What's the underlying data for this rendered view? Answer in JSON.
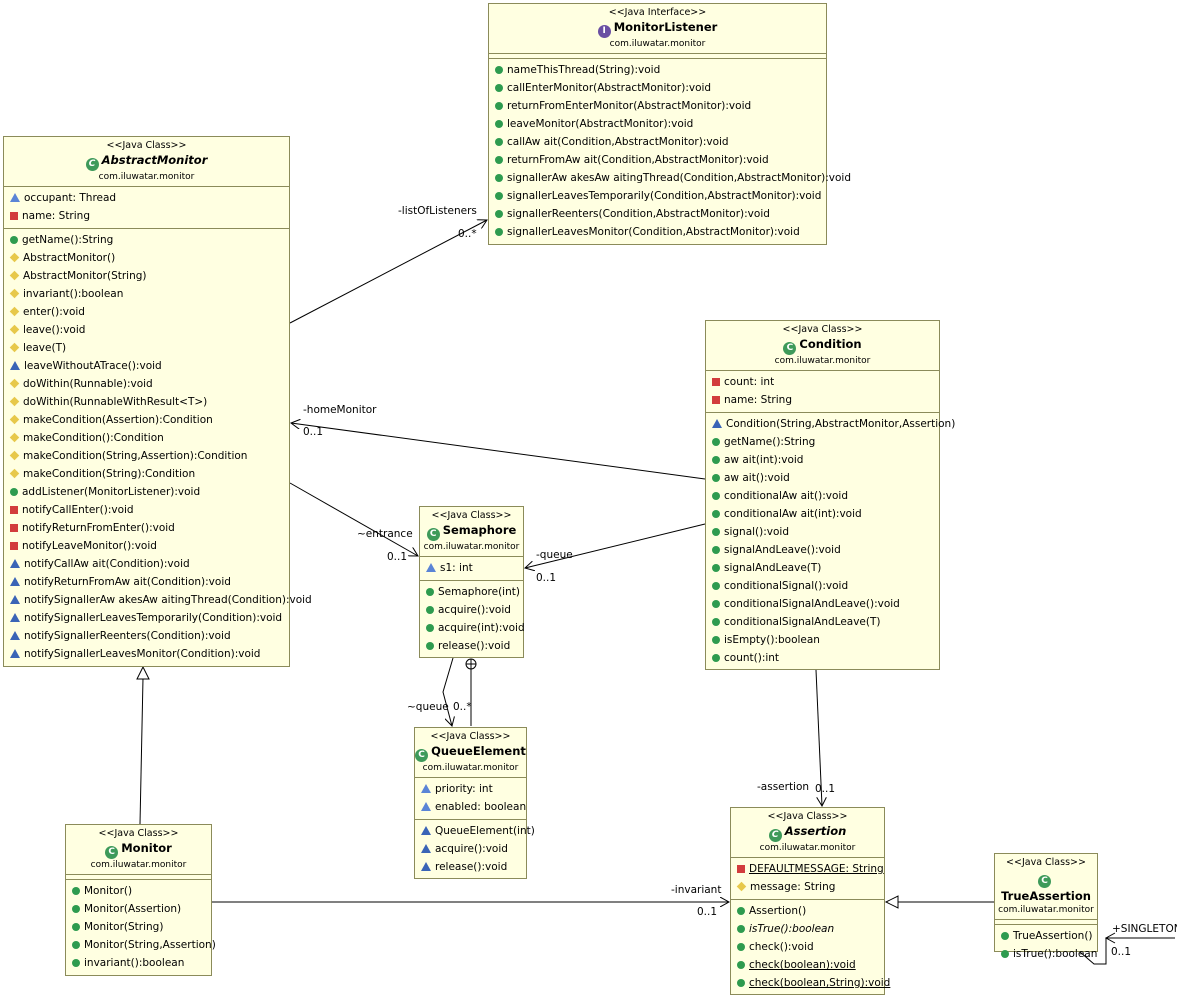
{
  "classes": {
    "monitor_listener": {
      "stereotype": "<<Java Interface>>",
      "name": "MonitorListener",
      "package": "com.iluwatar.monitor",
      "methods": [
        "nameThisThread(String):void",
        "callEnterMonitor(AbstractMonitor):void",
        "returnFromEnterMonitor(AbstractMonitor):void",
        "leaveMonitor(AbstractMonitor):void",
        "callAw ait(Condition,AbstractMonitor):void",
        "returnFromAw ait(Condition,AbstractMonitor):void",
        "signallerAw akesAw aitingThread(Condition,AbstractMonitor):void",
        "signallerLeavesTemporarily(Condition,AbstractMonitor):void",
        "signallerReenters(Condition,AbstractMonitor):void",
        "signallerLeavesMonitor(Condition,AbstractMonitor):void"
      ]
    },
    "abstract_monitor": {
      "stereotype": "<<Java Class>>",
      "name": "AbstractMonitor",
      "package": "com.iluwatar.monitor",
      "fields": [
        "occupant: Thread",
        "name: String"
      ],
      "methods": [
        "getName():String",
        "AbstractMonitor()",
        "AbstractMonitor(String)",
        "invariant():boolean",
        "enter():void",
        "leave():void",
        "leave(T)",
        "leaveWithoutATrace():void",
        "doWithin(Runnable):void",
        "doWithin(RunnableWithResult<T>)",
        "makeCondition(Assertion):Condition",
        "makeCondition():Condition",
        "makeCondition(String,Assertion):Condition",
        "makeCondition(String):Condition",
        "addListener(MonitorListener):void",
        "notifyCallEnter():void",
        "notifyReturnFromEnter():void",
        "notifyLeaveMonitor():void",
        "notifyCallAw ait(Condition):void",
        "notifyReturnFromAw ait(Condition):void",
        "notifySignallerAw akesAw aitingThread(Condition):void",
        "notifySignallerLeavesTemporarily(Condition):void",
        "notifySignallerReenters(Condition):void",
        "notifySignallerLeavesMonitor(Condition):void"
      ]
    },
    "condition": {
      "stereotype": "<<Java Class>>",
      "name": "Condition",
      "package": "com.iluwatar.monitor",
      "fields": [
        "count: int",
        "name: String"
      ],
      "methods": [
        "Condition(String,AbstractMonitor,Assertion)",
        "getName():String",
        "aw ait(int):void",
        "aw ait():void",
        "conditionalAw ait():void",
        "conditionalAw ait(int):void",
        "signal():void",
        "signalAndLeave():void",
        "signalAndLeave(T)",
        "conditionalSignal():void",
        "conditionalSignalAndLeave():void",
        "conditionalSignalAndLeave(T)",
        "isEmpty():boolean",
        "count():int"
      ]
    },
    "semaphore": {
      "stereotype": "<<Java Class>>",
      "name": "Semaphore",
      "package": "com.iluwatar.monitor",
      "fields": [
        "s1: int"
      ],
      "methods": [
        "Semaphore(int)",
        "acquire():void",
        "acquire(int):void",
        "release():void"
      ]
    },
    "queue_element": {
      "stereotype": "<<Java Class>>",
      "name": "QueueElement",
      "package": "com.iluwatar.monitor",
      "fields": [
        "priority: int",
        "enabled: boolean"
      ],
      "methods": [
        "QueueElement(int)",
        "acquire():void",
        "release():void"
      ]
    },
    "monitor": {
      "stereotype": "<<Java Class>>",
      "name": "Monitor",
      "package": "com.iluwatar.monitor",
      "methods": [
        "Monitor()",
        "Monitor(Assertion)",
        "Monitor(String)",
        "Monitor(String,Assertion)",
        "invariant():boolean"
      ]
    },
    "assertion": {
      "stereotype": "<<Java Class>>",
      "name": "Assertion",
      "package": "com.iluwatar.monitor",
      "fields": [
        "DEFAULTMESSAGE: String",
        "message: String"
      ],
      "methods": [
        "Assertion()",
        "isTrue():boolean",
        "check():void",
        "check(boolean):void",
        "check(boolean,String):void"
      ]
    },
    "true_assertion": {
      "stereotype": "<<Java Class>>",
      "name": "TrueAssertion",
      "package": "com.iluwatar.monitor",
      "methods": [
        "TrueAssertion()",
        "isTrue():boolean"
      ]
    }
  },
  "edge_labels": {
    "list_of_listeners": "-listOfListeners",
    "list_of_listeners_mult": "0..*",
    "home_monitor": "-homeMonitor",
    "home_monitor_mult": "0..1",
    "entrance": "~entrance",
    "entrance_mult": "0..1",
    "queue": "-queue",
    "queue_mult": "0..1",
    "queue2": "~queue",
    "queue2_mult": "0..*",
    "assertion": "-assertion",
    "assertion_mult": "0..1",
    "invariant": "-invariant",
    "invariant_mult": "0..1",
    "singleton": "+SINGLETON",
    "singleton_mult": "0..1"
  },
  "colors": {
    "box_fill": "#ffffe1",
    "box_border": "#8b8b5a",
    "public": "#2e9b4f",
    "protected": "#e7c84a",
    "private": "#d23c3c",
    "package": "#3a64b6"
  }
}
